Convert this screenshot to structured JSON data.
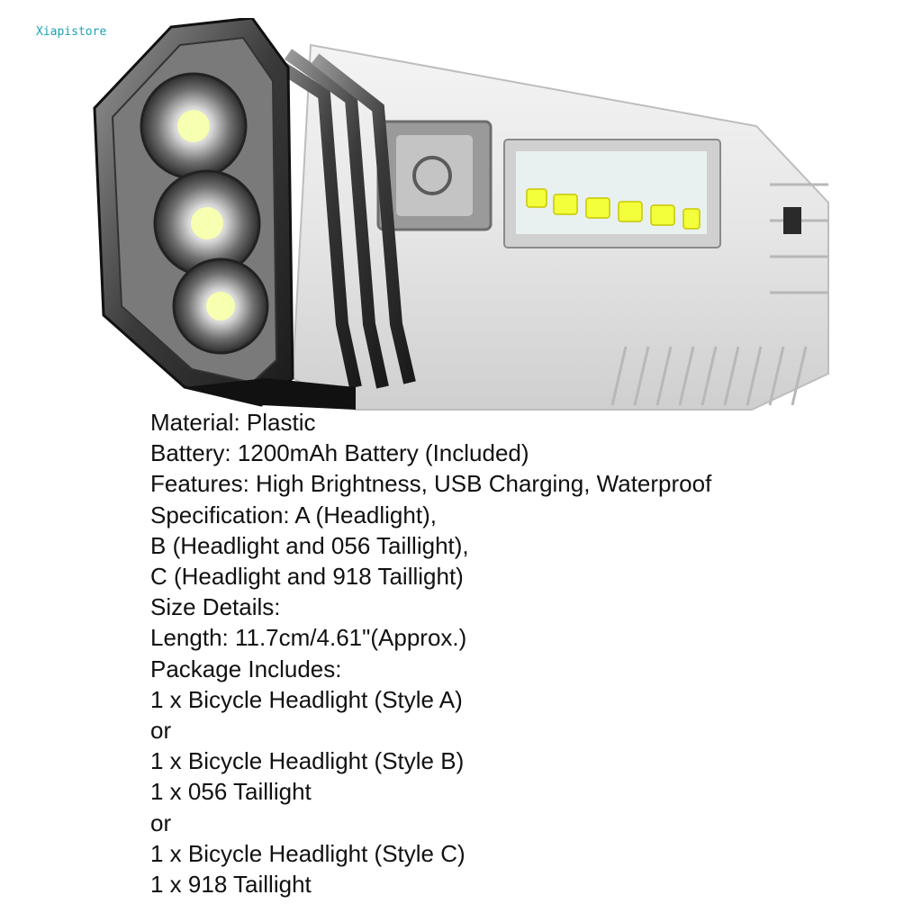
{
  "watermark": "Xiapistore",
  "product_image": {
    "icon": "bicycle-headlight-icon"
  },
  "specs": [
    "Material: Plastic",
    "Battery: 1200mAh Battery (Included)",
    "Features: High Brightness, USB Charging, Waterproof",
    "Specification: A (Headlight),",
    "B (Headlight and 056 Taillight),",
    "C (Headlight and 918 Taillight)",
    "Size Details:",
    "Length: 11.7cm/4.61\"(Approx.)",
    "Package Includes:",
    "1 x Bicycle Headlight (Style A)",
    "or",
    "1 x Bicycle Headlight (Style B)",
    "1 x 056 Taillight",
    "or",
    "1 x Bicycle Headlight (Style C)",
    "1 x 918 Taillight"
  ]
}
